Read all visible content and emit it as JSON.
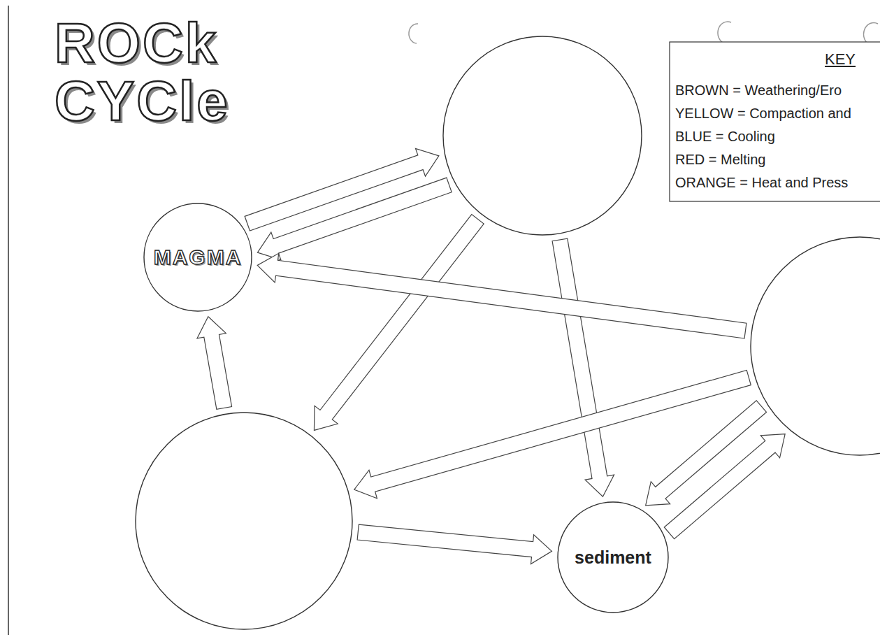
{
  "diagram": {
    "title": "ROCk CYCle",
    "nodes": [
      {
        "text": []
      },
      {
        "text": [
          "MAGMA"
        ]
      },
      {
        "text": []
      },
      {
        "text": []
      },
      {
        "text": [
          "sediment"
        ]
      }
    ],
    "edges": [
      {
        "from": 1,
        "to": 0,
        "arrow": "to"
      },
      {
        "from": 0,
        "to": 1,
        "arrow": "to"
      },
      {
        "from": 0,
        "to": 3,
        "arrow": "to"
      },
      {
        "from": 0,
        "to": 4,
        "arrow": "to"
      },
      {
        "from": 2,
        "to": 1,
        "arrow": "to"
      },
      {
        "from": 2,
        "to": 3,
        "arrow": "to"
      },
      {
        "from": 2,
        "to": 4,
        "arrow": "to"
      },
      {
        "from": 4,
        "to": 2,
        "arrow": "to"
      },
      {
        "from": 3,
        "to": 1,
        "arrow": "to"
      },
      {
        "from": 3,
        "to": 4,
        "arrow": "to"
      }
    ],
    "labels": [
      "KEY"
    ],
    "legend": [
      {
        "text": "BROWN = Weathering/Ero"
      },
      {
        "text": "YELLOW = Compaction and"
      },
      {
        "text": "BLUE = Cooling"
      },
      {
        "text": "RED = Melting"
      },
      {
        "text": "ORANGE = Heat and Press"
      }
    ]
  }
}
